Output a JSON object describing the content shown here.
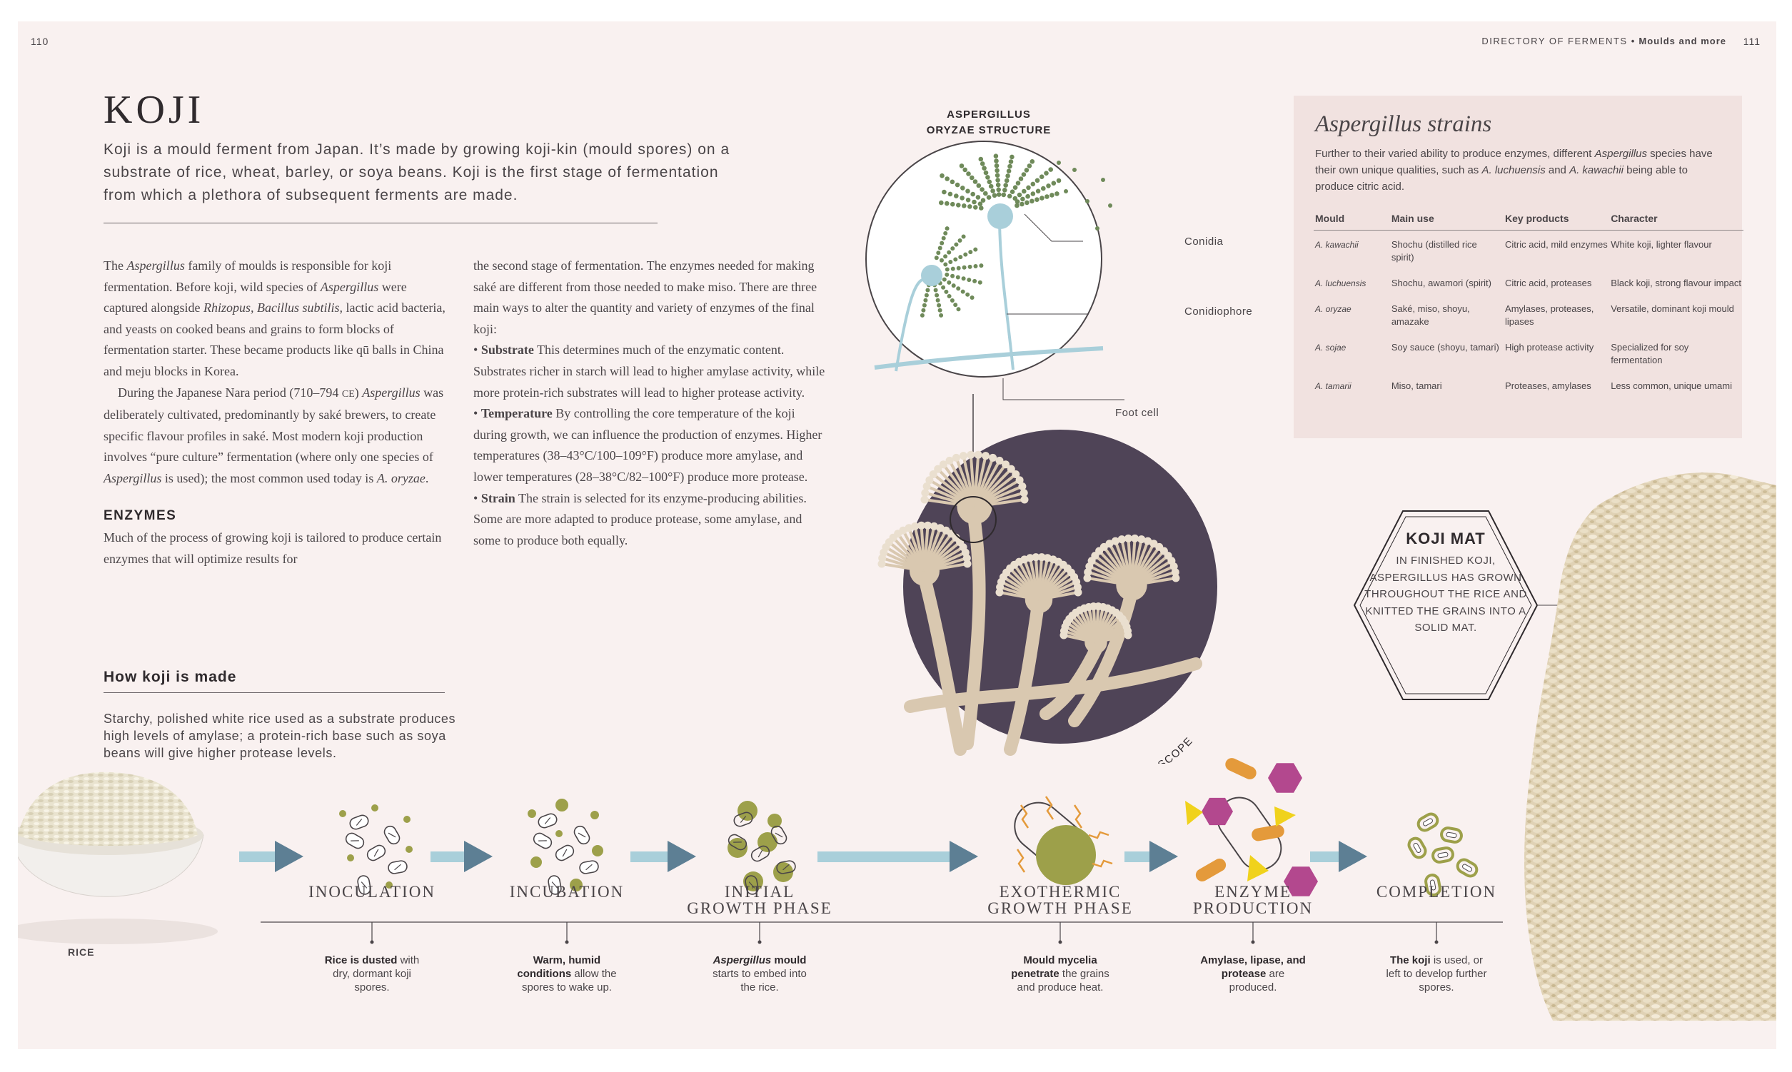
{
  "page": {
    "left_folio": "110",
    "right_folio": "111",
    "running_head": {
      "section": "DIRECTORY OF FERMENTS",
      "bullet": "•",
      "chapter": "Moulds and more"
    }
  },
  "article": {
    "title": "KOJI",
    "intro": "Koji is a mould ferment from Japan. It’s made by growing koji-kin (mould spores) on a substrate of rice, wheat, barley, or soya beans. Koji is the first stage of fermentation from which a plethora of subsequent ferments are made.",
    "col1": [
      {
        "parts": [
          {
            "t": "The ",
            "i": false
          },
          {
            "t": "Aspergillus",
            "i": true
          },
          {
            "t": " family of moulds is responsible for koji fermentation. Before koji, wild species of ",
            "i": false
          },
          {
            "t": "Aspergillus",
            "i": true
          },
          {
            "t": " were captured alongside ",
            "i": false
          },
          {
            "t": "Rhizopus, Bacillus subtilis,",
            "i": true
          },
          {
            "t": " lactic acid bacteria, and yeasts on cooked beans and grains to form blocks of fermentation starter. These became products like qū balls in China and meju blocks in Korea.",
            "i": false
          }
        ]
      },
      {
        "indent": true,
        "parts": [
          {
            "t": "During the Japanese Nara period (710–794 ",
            "i": false
          },
          {
            "t": "CE",
            "i": false,
            "sc": true
          },
          {
            "t": ") ",
            "i": false
          },
          {
            "t": "Aspergillus",
            "i": true
          },
          {
            "t": " was deliberately cultivated, predominantly by saké brewers, to create specific flavour profiles in saké. Most modern koji production involves “pure culture” fermentation (where only one species of ",
            "i": false
          },
          {
            "t": "Aspergillus",
            "i": true
          },
          {
            "t": " is used); the most common used today is ",
            "i": false
          },
          {
            "t": "A. oryzae",
            "i": true
          },
          {
            "t": ".",
            "i": false
          }
        ]
      }
    ],
    "enzymes_heading": "ENZYMES",
    "enzymes_text": "Much of the process of growing koji is tailored to produce certain enzymes that will optimize results for",
    "col2_intro": "the second stage of fermentation. The enzymes needed for making saké are different from those needed to make miso. There are three main ways to alter the quantity and variety of enzymes of the final koji:",
    "bullets": [
      {
        "bullet": "•",
        "term": "Substrate",
        "text": "This determines much of the enzymatic content. Substrates richer in starch will lead to higher amylase activity, while more protein-rich substrates will lead to higher protease activity."
      },
      {
        "bullet": "•",
        "term": "Temperature",
        "text": "By controlling the core temperature of the koji during growth, we can influence the production of enzymes. Higher temperatures (38–43°C/100–109°F) produce more amylase, and lower temperatures (28–38°C/82–100°F) produce more protease."
      },
      {
        "bullet": "•",
        "term": "Strain",
        "text": "The strain is selected for its enzyme-producing abilities. Some are more adapted to produce protease, some amylase, and some to produce both equally."
      }
    ]
  },
  "diagram": {
    "heading_line1": "ASPERGILLUS",
    "heading_line2": "ORYZAE STRUCTURE",
    "labels": {
      "conidia": "Conidia",
      "conidiophore": "Conidiophore",
      "foot_cell": "Foot cell"
    },
    "microscope_caption": "A. ORYZAE UNDER THE MICROSCOPE",
    "colors": {
      "spore_green": "#6f8a5a",
      "hypha_blue": "#a9cfda",
      "microscope_bg": "#4f4457",
      "mould_cream": "#d9c8b0"
    }
  },
  "sidebar": {
    "title": "Aspergillus strains",
    "intro_parts": [
      {
        "t": "Further to their varied ability to produce enzymes, different ",
        "i": false
      },
      {
        "t": "Aspergillus",
        "i": true
      },
      {
        "t": " species have their own unique qualities, such as ",
        "i": false
      },
      {
        "t": "A. luchuensis",
        "i": true
      },
      {
        "t": " and ",
        "i": false
      },
      {
        "t": "A. kawachii",
        "i": true
      },
      {
        "t": " being able to produce citric acid.",
        "i": false
      }
    ],
    "headers": [
      "Mould",
      "Main use",
      "Key products",
      "Character"
    ],
    "rows": [
      [
        "A. kawachii",
        "Shochu (distilled rice spirit)",
        "Citric acid, mild enzymes",
        "White koji, lighter flavour"
      ],
      [
        "A. luchuensis",
        "Shochu, awamori (spirit)",
        "Citric acid, proteases",
        "Black koji, strong flavour impact"
      ],
      [
        "A. oryzae",
        "Saké, miso, shoyu, amazake",
        "Amylases, proteases, lipases",
        "Versatile, dominant koji mould"
      ],
      [
        "A. sojae",
        "Soy sauce (shoyu, tamari)",
        "High protease activity",
        "Specialized for soy fermentation"
      ],
      [
        "A. tamarii",
        "Miso, tamari",
        "Proteases, amylases",
        "Less common, unique umami"
      ]
    ]
  },
  "koji_mat": {
    "title": "KOJI MAT",
    "text": "IN FINISHED KOJI, ASPERGILLUS HAS GROWN THROUGHOUT THE RICE AND KNITTED THE GRAINS INTO A SOLID MAT."
  },
  "process": {
    "heading": "How koji is made",
    "text": "Starchy, polished white rice used as a substrate produces high levels of amylase; a protein-rich base such as soya beans will give higher protease levels.",
    "rice_label": "RICE",
    "stages": [
      {
        "name_line1": "INOCULATION",
        "name_line2": "",
        "cap_parts": [
          {
            "t": "Rice is dusted",
            "b": true
          },
          {
            "t": " with dry, dormant koji spores.",
            "b": false
          }
        ]
      },
      {
        "name_line1": "INCUBATION",
        "name_line2": "",
        "cap_parts": [
          {
            "t": "Warm, humid conditions",
            "b": true
          },
          {
            "t": " allow the spores to wake up.",
            "b": false
          }
        ]
      },
      {
        "name_line1": "INITIAL",
        "name_line2": "GROWTH PHASE",
        "cap_parts": [
          {
            "t": "Aspergillus",
            "b": true,
            "i": true
          },
          {
            "t": " mould",
            "b": true
          },
          {
            "t": " starts to embed into the rice.",
            "b": false
          }
        ]
      },
      {
        "name_line1": "EXOTHERMIC",
        "name_line2": "GROWTH PHASE",
        "cap_parts": [
          {
            "t": "Mould mycelia penetrate",
            "b": true
          },
          {
            "t": " the grains and produce heat.",
            "b": false
          }
        ]
      },
      {
        "name_line1": "ENZYME",
        "name_line2": "PRODUCTION",
        "cap_parts": [
          {
            "t": "Amylase, lipase, and protease",
            "b": true
          },
          {
            "t": " are produced.",
            "b": false
          }
        ]
      },
      {
        "name_line1": "COMPLETION",
        "name_line2": "",
        "cap_parts": [
          {
            "t": "The koji",
            "b": true
          },
          {
            "t": " is used, or left to develop further spores.",
            "b": false
          }
        ]
      }
    ],
    "colors": {
      "arrow_shaft": "#a9cfda",
      "arrow_head": "#5d7f94",
      "olive": "#9da04a",
      "magenta": "#b3488e",
      "orange": "#e49a3b",
      "yellow": "#f0d21c"
    }
  }
}
